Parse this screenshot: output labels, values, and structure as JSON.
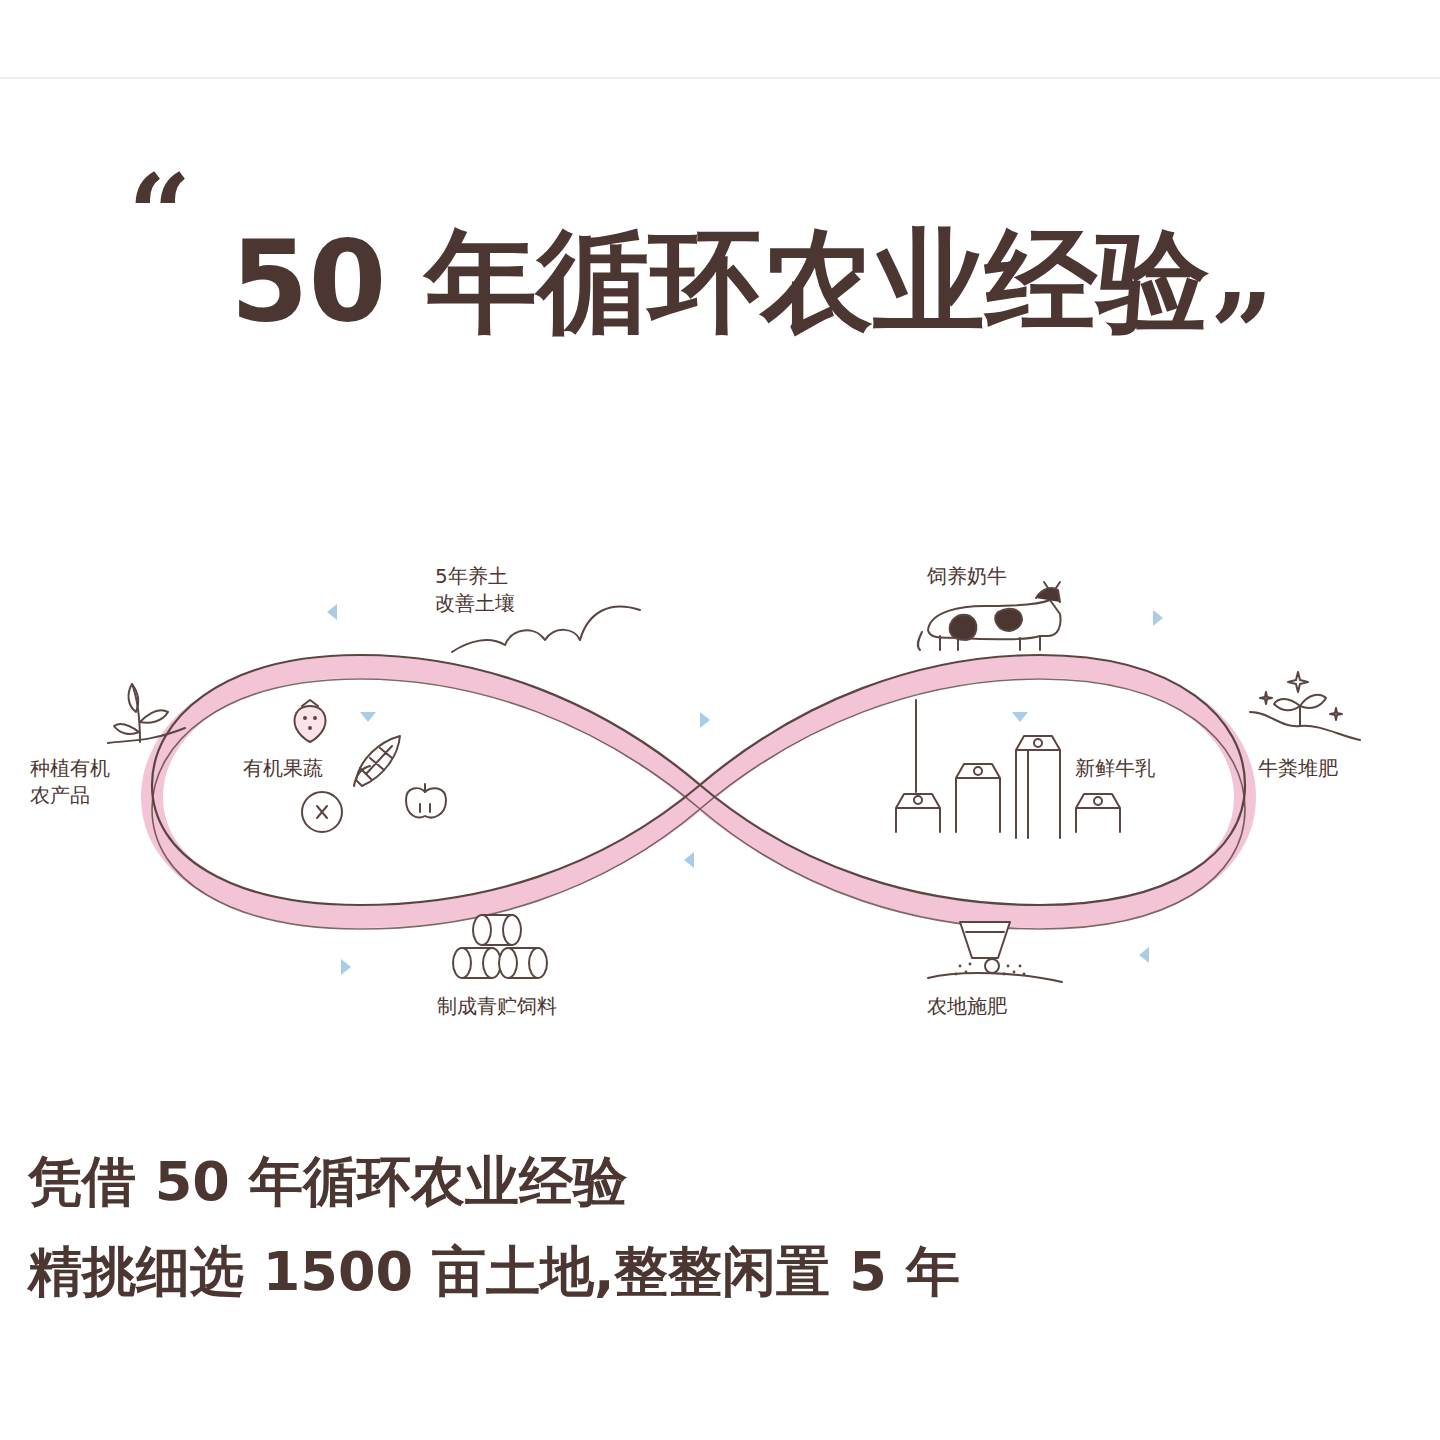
{
  "diagram": {
    "title": "50 年循环农业经验",
    "labels": [
      "“",
      "”",
      "5年养土 改善土壤",
      "饲养奶牛",
      "种植有机 农产品",
      "有机果蔬",
      "新鲜牛乳",
      "牛粪堆肥",
      "制成青贮饲料",
      "农地施肥",
      "凭借 50 年循环农业经验",
      "精挑细选 1500 亩土地,整整闲置 5 年"
    ]
  }
}
